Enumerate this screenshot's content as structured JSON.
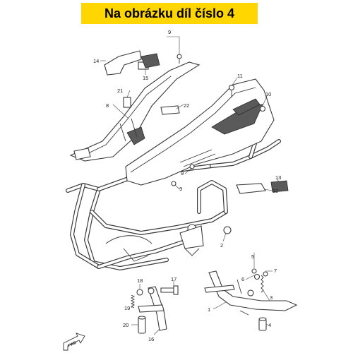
{
  "header": {
    "title": "Na obrázku díl číslo 4"
  },
  "labels": {
    "c1": "1",
    "c2": "2",
    "c3": "3",
    "c4": "4",
    "c5": "5",
    "c6": "6",
    "c7": "7",
    "c8": "8",
    "c9a": "9",
    "c9b": "9",
    "c9c": "9",
    "c10": "10",
    "c11": "11",
    "c12": "12",
    "c13": "13",
    "c14": "14",
    "c15": "15",
    "c16": "16",
    "c17": "17",
    "c18": "18",
    "c19": "19",
    "c20": "20",
    "c21": "21",
    "c22": "22"
  },
  "fwd": "FWD",
  "colors": {
    "banner": "#ffd600",
    "line": "#3a3a3a"
  }
}
